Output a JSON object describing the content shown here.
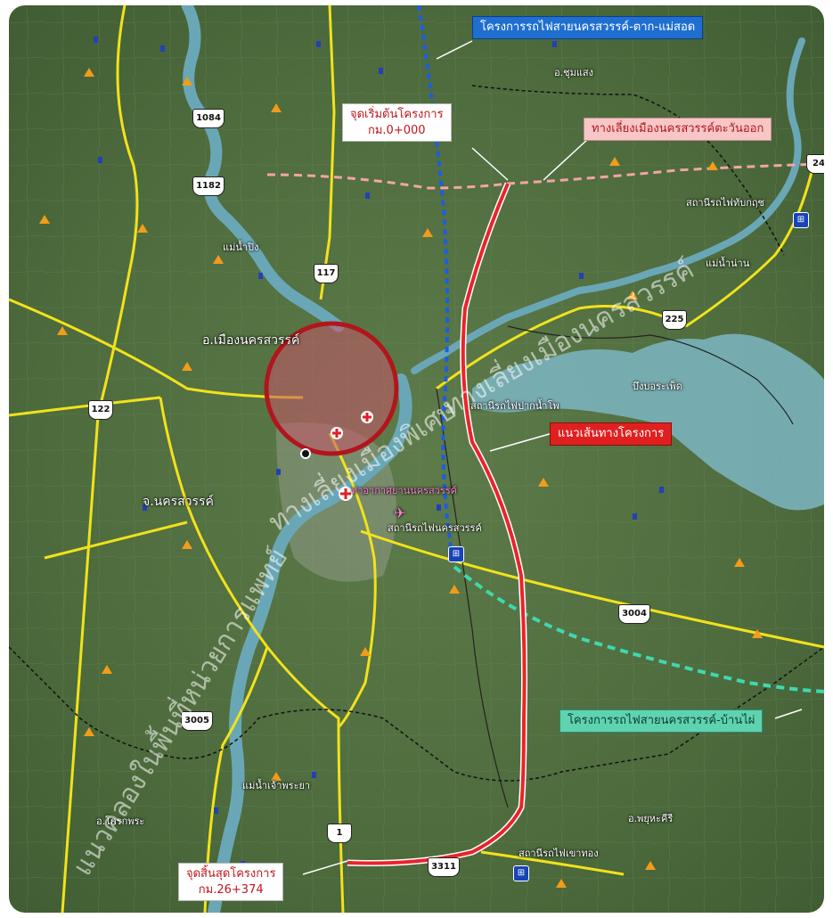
{
  "map": {
    "callouts": {
      "rail_tak_maesot": "โครงการรถไฟสายนครสวรรค์-ตาก-แม่สอด",
      "project_start_title": "จุดเริ่มต้นโครงการ",
      "project_start_km": "กม.0+000",
      "bypass_east": "ทางเลี่ยงเมืองนครสวรรค์ตะวันออก",
      "project_route": "แนวเส้นทางโครงการ",
      "rail_banphai": "โครงการรถไฟสายนครสวรรค์-บ้านไผ่",
      "project_end_title": "จุดสิ้นสุดโครงการ",
      "project_end_km": "กม.26+374"
    },
    "place_labels": {
      "chum_saeng": "อ.ชุมแสง",
      "mueang_nakhon_sawan": "อ.เมืองนครสวรรค์",
      "nakhon_sawan_province": "จ.นครสวรรค์",
      "krok_phra": "อ.โกรกพระ",
      "phayuha_khiri": "อ.พยุหะคีรี",
      "river_ping": "แม่น้ำปิง",
      "river_nan": "แม่น้ำน่าน",
      "river_chao_phraya": "แม่น้ำเจ้าพระยา",
      "lake_bueng_boraphet": "บึงบอระเพ็ด",
      "watermark_left": "แนวคลองในพื้นที่หน่วยการแพทย์",
      "watermark_center": "ทางเลี่ยงเมืองพิเศษ",
      "watermark_right": "ทางเลี่ยงเมืองนครสวรรค์"
    },
    "stations": {
      "thap_krit": "สถานีรถไฟทับกฤช",
      "pak_nam_pho": "สถานีรถไฟปากน้ำโพ",
      "nakhon_sawan": "สถานีรถไฟนครสวรรค์",
      "khao_thong": "สถานีรถไฟเขาทอง",
      "airport": "ท่าอากาศยานนครสวรรค์"
    },
    "road_shields": {
      "r1084": "1084",
      "r1182": "1182",
      "r117": "117",
      "r122": "122",
      "r225": "225",
      "r3004": "3004",
      "r3005": "3005",
      "r1": "1",
      "r3311": "3311",
      "r24": "24"
    },
    "colors": {
      "project_route": "#e8242a",
      "bypass_east": "#f2a5a5",
      "rail_tak_maesot": "#1e5de0",
      "rail_banphai": "#3fd8b0",
      "highways": "#f2e21b",
      "river": "#6aa7b6",
      "city_zone": "#c21d23"
    }
  }
}
